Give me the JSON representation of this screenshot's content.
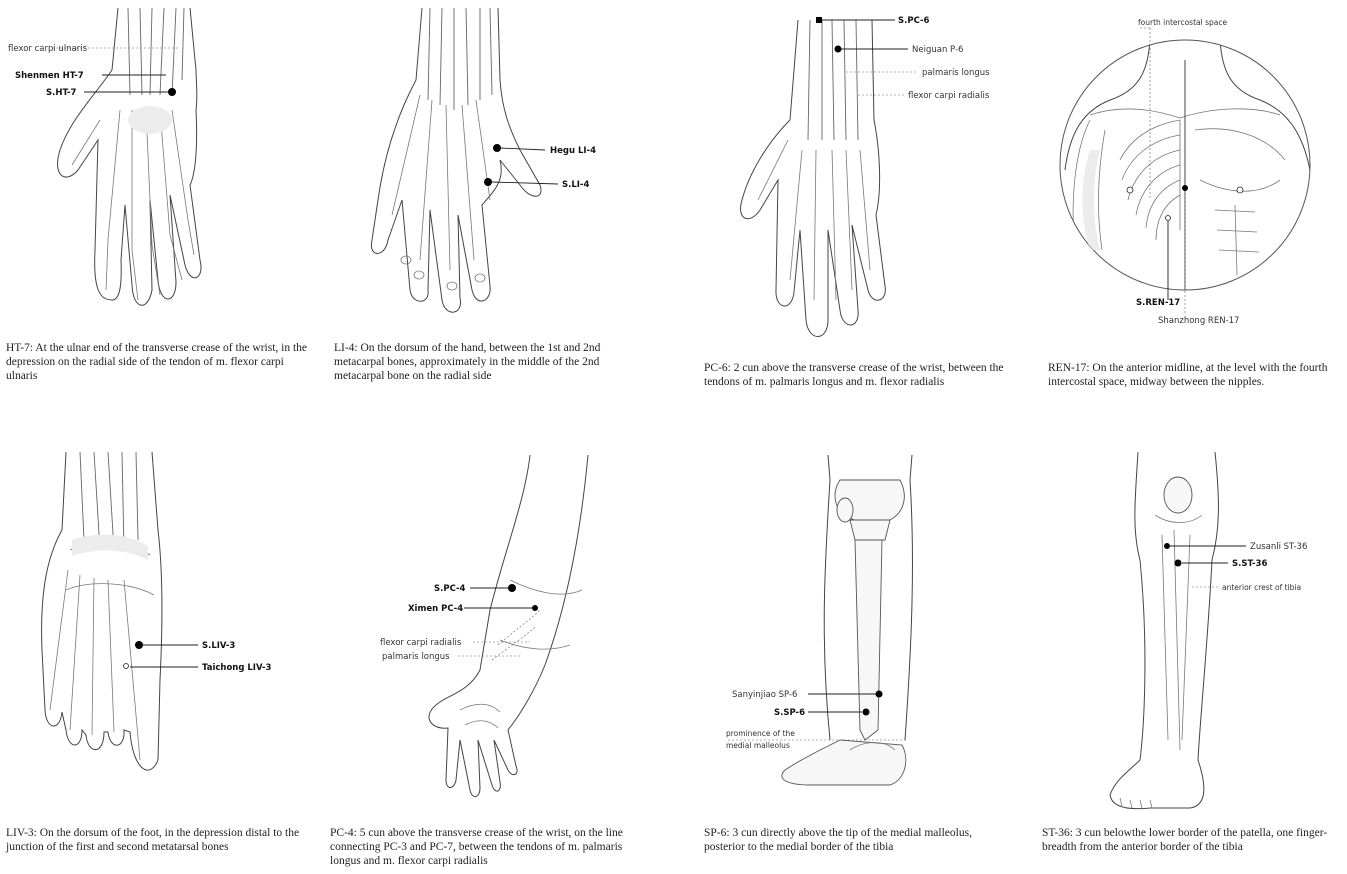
{
  "panels": {
    "ht7": {
      "labels": {
        "muscle": "flexor carpi ulnaris",
        "point_a": "Shenmen HT-7",
        "point_b": "S.HT-7"
      },
      "caption": "HT-7: At the ulnar end of the transverse crease of the wrist, in the depression on the radial side of the tendon of m. flexor carpi ulnaris"
    },
    "li4": {
      "labels": {
        "point_a": "Hegu LI-4",
        "point_b": "S.LI-4"
      },
      "caption": "LI-4: On the dorsum of the hand, between the 1st and 2nd metacarpal bones, approximately in the middle of the 2nd metacarpal bone on the radial side"
    },
    "pc6": {
      "labels": {
        "point_b": "S.PC-6",
        "point_a": "Neiguan P-6",
        "muscle1": "palmaris longus",
        "muscle2": "flexor carpi radialis"
      },
      "caption": "PC-6: 2 cun above the transverse crease of the wrist, between the tendons of m. palmaris longus and m. flexor radialis"
    },
    "ren17": {
      "labels": {
        "landmark": "fourth intercostal space",
        "point_b": "S.REN-17",
        "point_a": "Shanzhong REN-17"
      },
      "caption": "REN-17: On the anterior midline, at the level with the fourth intercostal space, midway between the nipples."
    },
    "liv3": {
      "labels": {
        "point_b": "S.LIV-3",
        "point_a": "Taichong LIV-3"
      },
      "caption": "LIV-3: On the dorsum of the foot, in the depression distal to the junction of the first and second metatarsal bones"
    },
    "pc4": {
      "labels": {
        "point_b": "S.PC-4",
        "point_a": "Ximen PC-4",
        "muscle1": "flexor carpi radialis",
        "muscle2": "palmaris longus"
      },
      "caption": "PC-4: 5 cun above the transverse crease of the wrist, on the line connecting PC-3 and PC-7, between the tendons of m. palmaris longus and m. flexor carpi radialis"
    },
    "sp6": {
      "labels": {
        "point_a": "Sanyinjiao SP-6",
        "point_b": "S.SP-6",
        "landmark1": "prominence of the",
        "landmark2": "medial malleolus"
      },
      "caption": "SP-6: 3 cun directly above the tip of the medial malleolus, posterior to the medial border of the tibia"
    },
    "st36": {
      "labels": {
        "point_a": "Zusanli ST-36",
        "point_b": "S.ST-36",
        "landmark": "anterior crest of tibia"
      },
      "caption": "ST-36: 3 cun belowthe lower border of the patella, one finger-breadth from the anterior border of the tibia"
    }
  }
}
